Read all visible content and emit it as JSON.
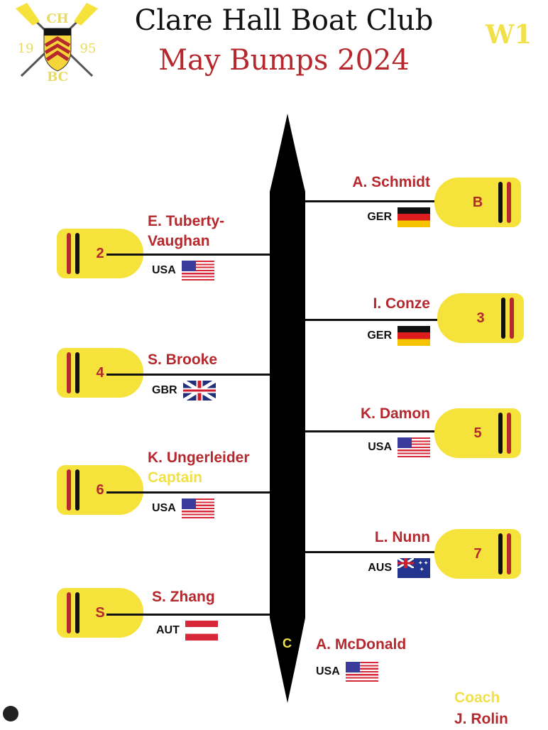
{
  "header": {
    "club": "Clare Hall Boat Club",
    "event": "May Bumps 2024",
    "crew": "W1",
    "logo": {
      "top_letters": "CH",
      "bottom_letters": "BC",
      "year_left": "19",
      "year_right": "95"
    }
  },
  "cox": {
    "seat": "C",
    "name": "A. McDonald",
    "country": "USA",
    "flag": "usa"
  },
  "coach": {
    "label": "Coach",
    "name": "J. Rolin"
  },
  "colors": {
    "red": "#b5282d",
    "yellow": "#f5e23a",
    "black": "#111111"
  },
  "rowers": [
    {
      "seat": "B",
      "name": "A. Schmidt",
      "country": "GER",
      "flag": "ger",
      "side": "right"
    },
    {
      "seat": "2",
      "name": "E. Tuberty-Vaughan",
      "name_line1": "E. Tuberty-",
      "name_line2": "Vaughan",
      "country": "USA",
      "flag": "usa",
      "side": "left"
    },
    {
      "seat": "3",
      "name": "I. Conze",
      "country": "GER",
      "flag": "ger",
      "side": "right"
    },
    {
      "seat": "4",
      "name": "S. Brooke",
      "country": "GBR",
      "flag": "gbr",
      "side": "left"
    },
    {
      "seat": "5",
      "name": "K. Damon",
      "country": "USA",
      "flag": "usa",
      "side": "right"
    },
    {
      "seat": "6",
      "name": "K. Ungerleider",
      "role": "Captain",
      "country": "USA",
      "flag": "usa",
      "side": "left"
    },
    {
      "seat": "7",
      "name": "L. Nunn",
      "country": "AUS",
      "flag": "aus",
      "side": "right"
    },
    {
      "seat": "S",
      "name": "S. Zhang",
      "country": "AUT",
      "flag": "aut",
      "side": "left"
    }
  ]
}
